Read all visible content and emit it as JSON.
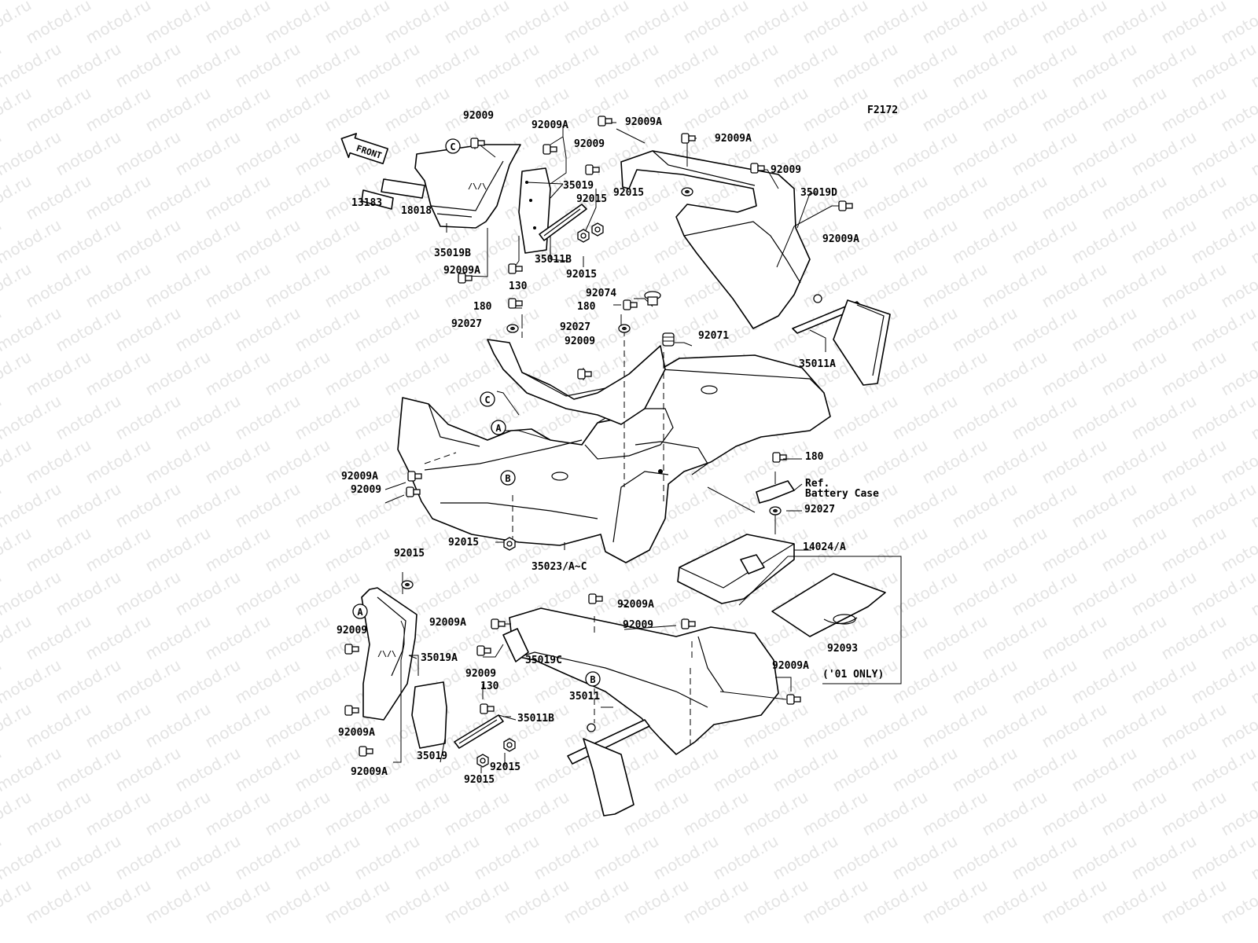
{
  "watermark": "motod.ru",
  "figure_code": "F2172",
  "front_label": "FRONT",
  "ref_lines": [
    "Ref.",
    "Battery Case"
  ],
  "note": "('01 ONLY)",
  "callout_letters": {
    "A": "A",
    "B": "B",
    "C": "C"
  },
  "labels": {
    "l_92009_a": "92009",
    "l_92009A_b": "92009A",
    "l_92009A_c": "92009A",
    "l_92009A_d": "92009A",
    "l_92009_e": "92009",
    "l_92009_f": "92009",
    "l_35019": "35019",
    "l_92015_a": "92015",
    "l_92015_b": "92015",
    "l_35019D": "35019D",
    "l_92009A_e": "92009A",
    "l_13183": "13183",
    "l_18018": "18018",
    "l_35019B": "35019B",
    "l_35011B_a": "35011B",
    "l_92015_c": "92015",
    "l_92009A_f": "92009A",
    "l_130_a": "130",
    "l_92074": "92074",
    "l_180_a": "180",
    "l_180_b": "180",
    "l_92027_a": "92027",
    "l_92027_b": "92027",
    "l_92009_g": "92009",
    "l_92071": "92071",
    "l_35011A": "35011A",
    "l_180_c": "180",
    "l_92027_c": "92027",
    "l_92009A_g": "92009A",
    "l_92009_h": "92009",
    "l_92015_d": "92015",
    "l_35023": "35023/A~C",
    "l_14024": "14024/A",
    "l_92015_e": "92015",
    "l_92009A_h": "92009A",
    "l_92009A_i": "92009A",
    "l_92009_i": "92009",
    "l_92009_j": "92009",
    "l_35019A": "35019A",
    "l_92009_k": "92009",
    "l_35019C": "35019C",
    "l_130_b": "130",
    "l_35011B_b": "35011B",
    "l_35011": "35011",
    "l_92093": "92093",
    "l_92009A_j": "92009A",
    "l_92009A_k": "92009A",
    "l_92009A_l": "92009A",
    "l_35019_b": "35019",
    "l_92015_f": "92015",
    "l_92015_g": "92015"
  }
}
